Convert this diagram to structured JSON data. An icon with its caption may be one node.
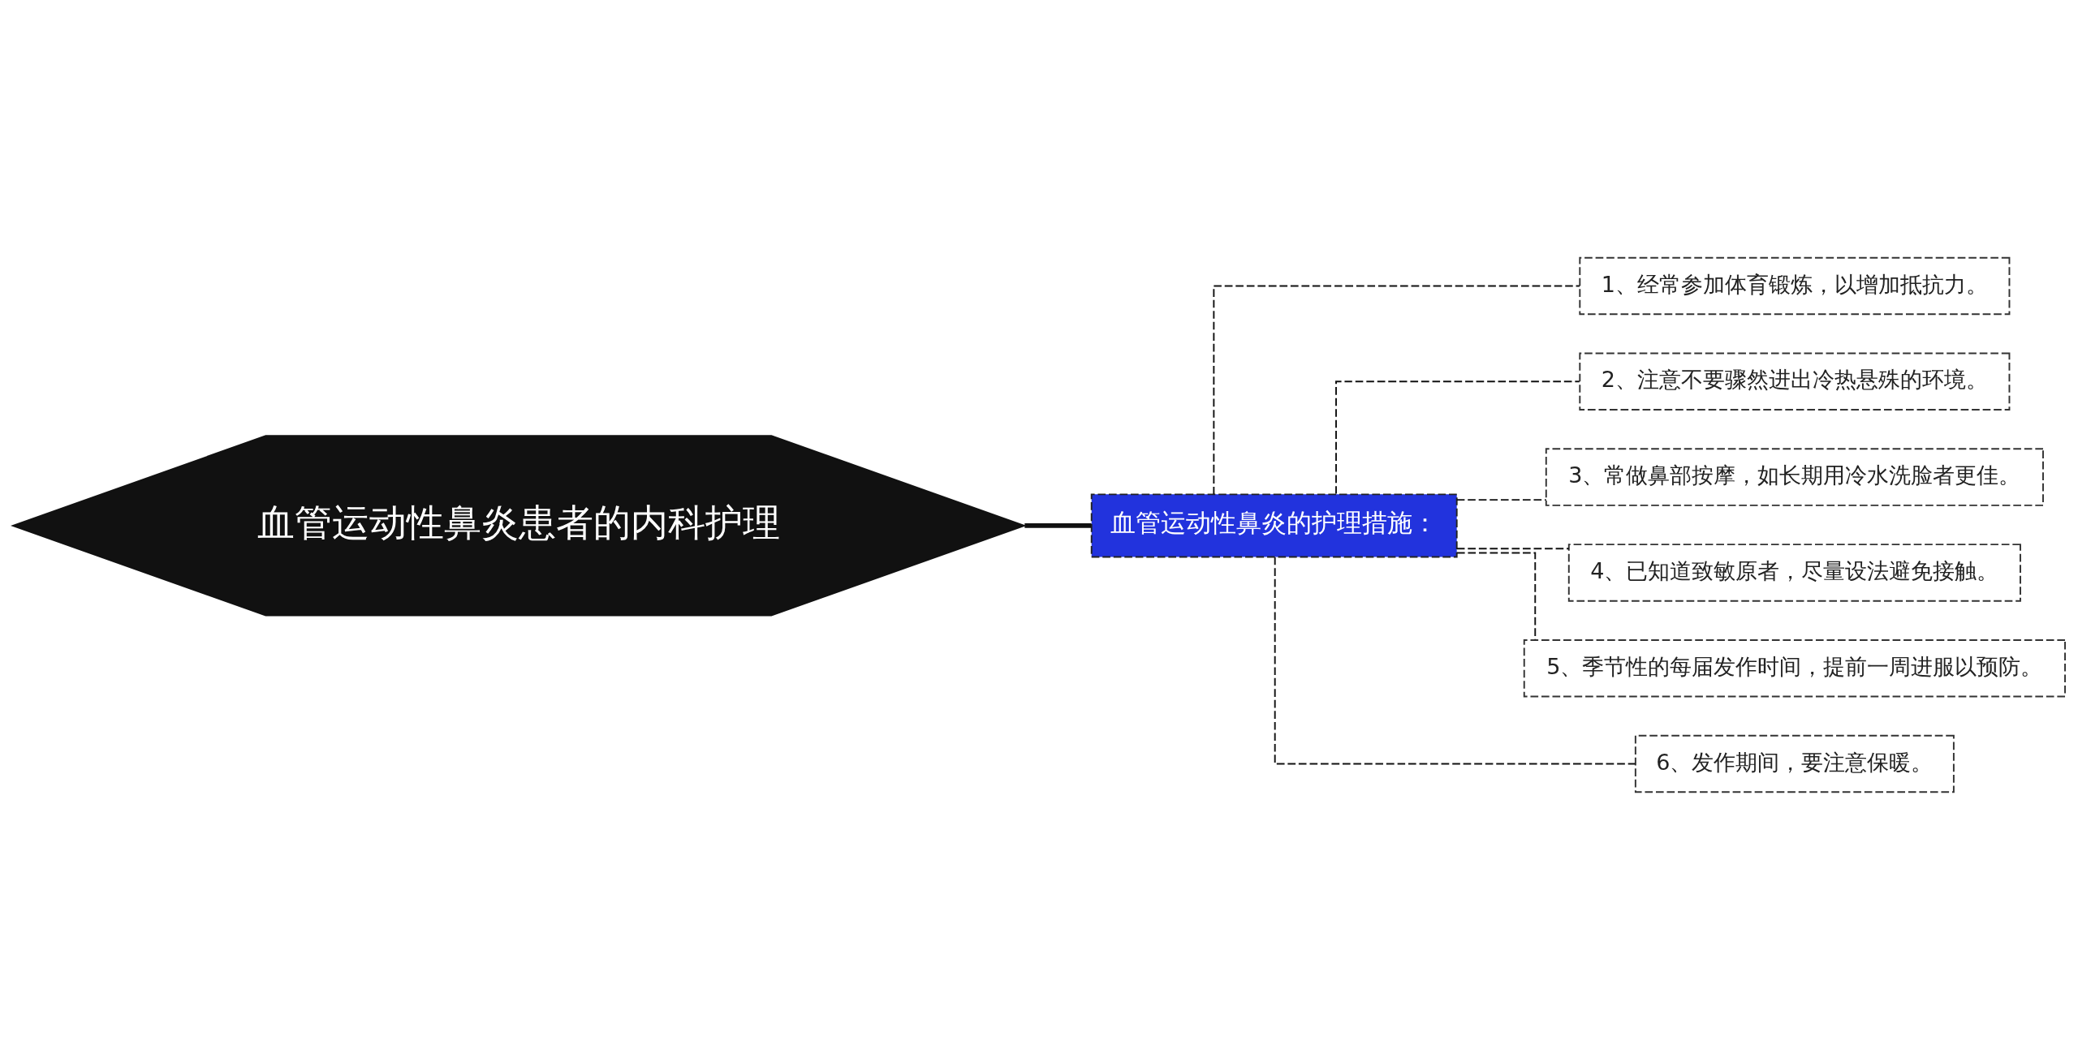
{
  "diagram": {
    "nodes": [
      {
        "text": [
          "血管运动性鼻炎患者的内科护理"
        ]
      },
      {
        "text": [
          "血管运动性鼻炎的护理措施："
        ]
      },
      {
        "text": [
          "1、经常参加体育锻炼，以增加抵抗力。"
        ]
      },
      {
        "text": [
          "2、注意不要骤然进出冷热悬殊的环境。"
        ]
      },
      {
        "text": [
          "3、常做鼻部按摩，如长期用冷水洗脸者更佳。"
        ]
      },
      {
        "text": [
          "4、已知道致敏原者，尽量设法避免接触。"
        ]
      },
      {
        "text": [
          "5、季节性的每届发作时间，提前一周进服以预防。"
        ]
      },
      {
        "text": [
          "6、发作期间，要注意保暖。"
        ]
      }
    ],
    "edges": [
      {
        "from": 0,
        "to": 1,
        "arrow": "none",
        "style": "thick"
      },
      {
        "from": 1,
        "to": 2,
        "arrow": "none",
        "style": "dashed"
      },
      {
        "from": 1,
        "to": 3,
        "arrow": "none",
        "style": "dashed"
      },
      {
        "from": 1,
        "to": 4,
        "arrow": "none",
        "style": "dashed"
      },
      {
        "from": 1,
        "to": 5,
        "arrow": "none",
        "style": "dashed"
      },
      {
        "from": 1,
        "to": 6,
        "arrow": "none",
        "style": "dashed"
      },
      {
        "from": 1,
        "to": 7,
        "arrow": "none",
        "style": "dashed"
      }
    ]
  }
}
